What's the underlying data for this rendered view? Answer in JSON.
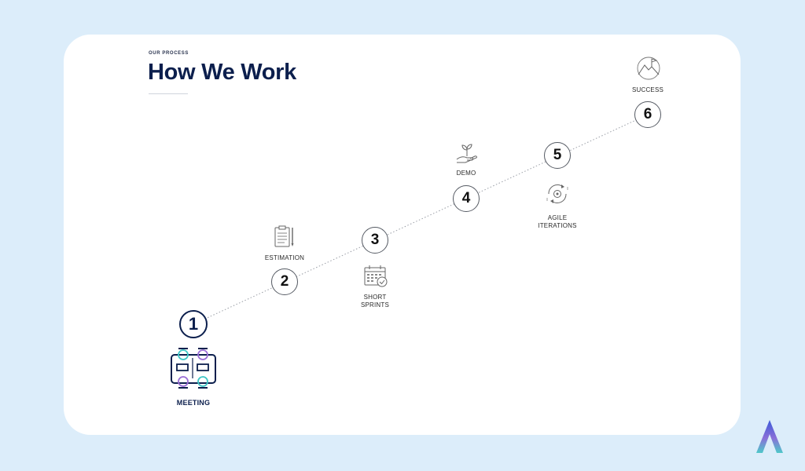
{
  "header": {
    "eyebrow": "OUR PROCESS",
    "title": "How We Work"
  },
  "steps": [
    {
      "number": "1",
      "label": "MEETING",
      "icon": "meeting-icon"
    },
    {
      "number": "2",
      "label": "ESTIMATION",
      "icon": "clipboard-icon"
    },
    {
      "number": "3",
      "label": "SHORT\nSPRINTS",
      "icon": "calendar-icon"
    },
    {
      "number": "4",
      "label": "DEMO",
      "icon": "plant-hand-icon"
    },
    {
      "number": "5",
      "label": "AGILE\nITERATIONS",
      "icon": "cycle-icon"
    },
    {
      "number": "6",
      "label": "SUCCESS",
      "icon": "mountain-flag-icon"
    }
  ],
  "colors": {
    "background": "#dcedfa",
    "navy": "#0c1f4d",
    "teal": "#3fc6c6",
    "purple": "#9b6fd6"
  }
}
